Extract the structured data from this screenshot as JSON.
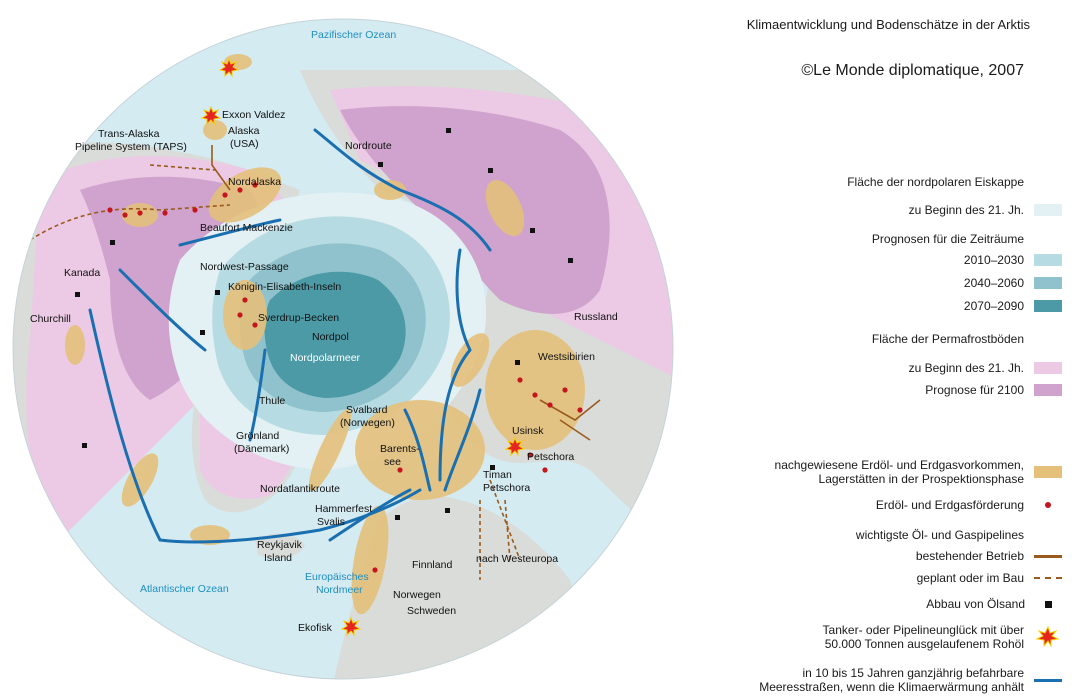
{
  "title": "Klimaentwicklung und Bodenschätze in der Arktis",
  "credit": "©Le Monde diplomatique, 2007",
  "colors": {
    "ocean": "#d4ebf2",
    "land": "#d9dcd9",
    "ice_today": "#e3f1f4",
    "ice_2010": "#b7dbe2",
    "ice_2040": "#8fc2cc",
    "ice_2070": "#4b9aa6",
    "permafrost_today": "#ecc9e4",
    "permafrost_2100": "#cfa3cd",
    "deposits": "#e5c07b",
    "production": "#c4161c",
    "pipeline": "#9b5a1d",
    "oilsand": "#111111",
    "accident": "#e52620",
    "searoute": "#1a6fb0"
  },
  "legend": {
    "ice_header": "Fläche der nordpolaren Eiskappe",
    "ice_today": "zu Beginn des 21. Jh.",
    "forecast_header": "Prognosen für die Zeiträume",
    "p2010": "2010–2030",
    "p2040": "2040–2060",
    "p2070": "2070–2090",
    "perma_header": "Fläche der Permafrostböden",
    "perma_today": "zu Beginn des 21. Jh.",
    "perma_2100": "Prognose für 2100",
    "deposits": "nachgewiesene Erdöl- und Erdgasvorkommen, Lagerstätten in der Prospektionsphase",
    "production": "Erdöl- und Erdgasförderung",
    "pipelines_header": "wichtigste Öl- und Gaspipelines",
    "pipe_existing": "bestehender Betrieb",
    "pipe_planned": "geplant oder im Bau",
    "oilsand": "Abbau von Ölsand",
    "accident": "Tanker- oder Pipelineunglück mit über 50.000 Tonnen ausgelaufenem Rohöl",
    "searoutes": "in 10 bis 15 Jahren ganzjährig befahrbare Meeresstraßen, wenn die Klimaerwärmung anhält"
  },
  "labels": {
    "pacific": "Pazifischer Ozean",
    "atlantic": "Atlantischer Ozean",
    "exxon": "Exxon Valdez",
    "alaska": "Alaska",
    "usa": "(USA)",
    "taps1": "Trans-Alaska",
    "taps2": "Pipeline System (TAPS)",
    "nordroute": "Nordroute",
    "nordalaska": "Nordalaska",
    "beaufort": "Beaufort Mackenzie",
    "kanada": "Kanada",
    "nwpassage": "Nordwest-Passage",
    "koenigin": "Königin-Elisabeth-Inseln",
    "churchill": "Churchill",
    "sverdrup": "Sverdrup-Becken",
    "nordpol": "Nordpol",
    "nordpolarmeer": "Nordpolarmeer",
    "russland": "Russland",
    "westsibirien": "Westsibirien",
    "thule": "Thule",
    "svalbard": "Svalbard",
    "norwegen_paren": "(Norwegen)",
    "usinsk": "Usinsk",
    "barents1": "Barents-",
    "barents2": "see",
    "petschora": "Petschora",
    "groenland": "Grönland",
    "daenemark": "(Dänemark)",
    "timan": "Timan",
    "petschora2": "Petschora",
    "nordatlantik": "Nordatlantikroute",
    "hammerfest": "Hammerfest",
    "svalis": "Svalis",
    "reykjavik": "Reykjavik",
    "island": "Island",
    "europ1": "Europäisches",
    "europ2": "Nordmeer",
    "finnland": "Finnland",
    "westeuropa": "nach Westeuropa",
    "norwegen": "Norwegen",
    "schweden": "Schweden",
    "ekofisk": "Ekofisk"
  }
}
